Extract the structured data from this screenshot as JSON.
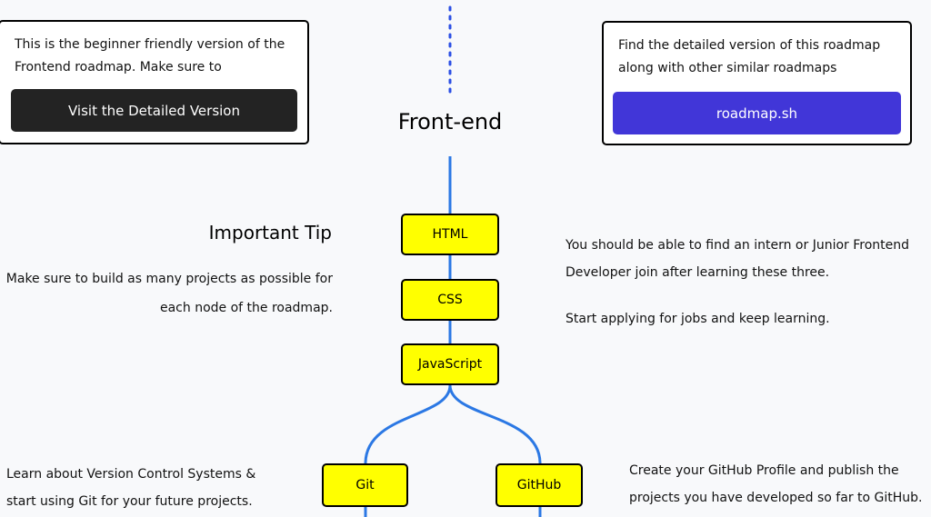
{
  "colors": {
    "background": "#f8f9fb",
    "node_fill": "#ffff00",
    "connector": "#2b78e4",
    "dark_button": "#232323",
    "accent_button": "#4136d8"
  },
  "left_card": {
    "text": "This is the beginner friendly version of the Frontend roadmap. Make sure to",
    "button_label": "Visit the Detailed Version"
  },
  "right_card": {
    "text": "Find the detailed version of this roadmap along with other similar roadmaps",
    "button_label": "roadmap.sh"
  },
  "title": "Front-end",
  "tip": {
    "title": "Important Tip",
    "text": "Make sure to build as many projects as possible for each node of the roadmap."
  },
  "nodes": {
    "html": "HTML",
    "css": "CSS",
    "javascript": "JavaScript",
    "git": "Git",
    "github": "GitHub"
  },
  "notes": {
    "jobs_line1": "You should be able to find an intern or Junior Frontend Developer join after learning these three.",
    "jobs_line2": "Start applying for jobs and keep learning.",
    "git": "Learn about Version Control Systems & start using Git for your future projects.",
    "github": "Create your GitHub Profile and publish the projects you have developed so far to GitHub."
  }
}
